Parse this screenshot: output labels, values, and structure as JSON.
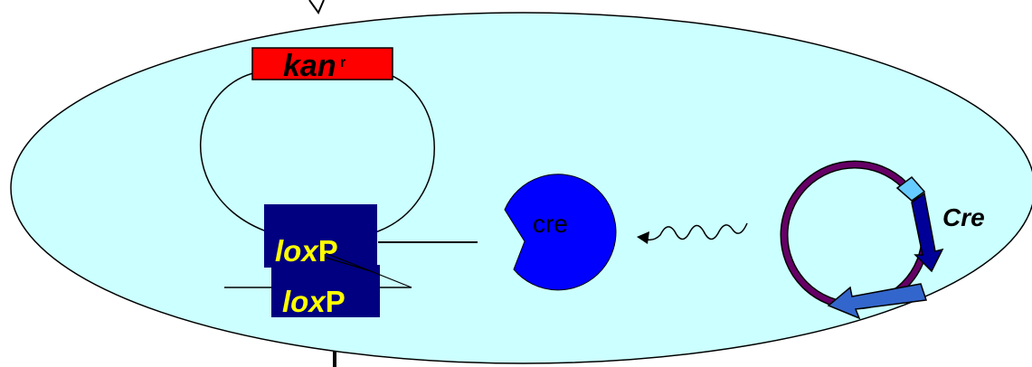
{
  "colors": {
    "cell_fill": "#ccffff",
    "outline": "#000000",
    "kan_box": "#ff0000",
    "lox_box": "#000080",
    "lox_text": "#ffff00",
    "cre_protein": "#0000ff",
    "plasmid_ring": "#660066",
    "gene_arrow_light": "#66ccff",
    "gene_arrow_dark": "#000099",
    "gene_arrow_mid": "#3366cc"
  },
  "labels": {
    "kan": "kan",
    "kan_superscript": "r",
    "lox_prefix": "lox",
    "lox_suffix": "P",
    "cre_protein": "cre",
    "cre_gene": "Cre"
  },
  "icons": {
    "cre_protein": "pacman-shape",
    "mrna": "wavy-arrow",
    "plasmid": "circular-plasmid"
  }
}
